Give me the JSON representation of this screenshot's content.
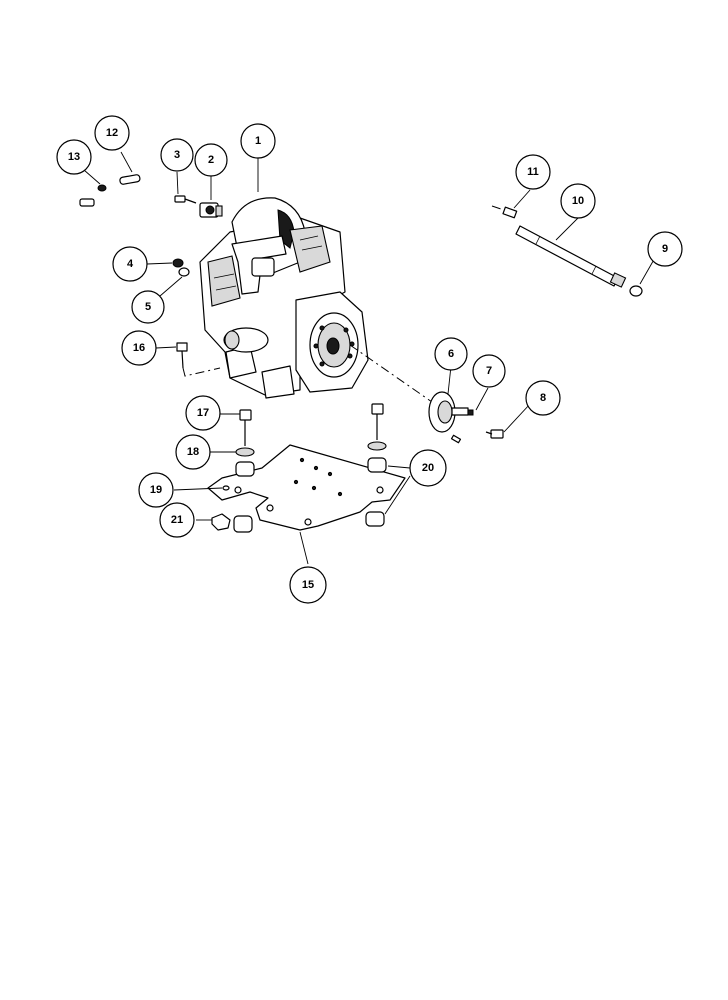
{
  "callouts": [
    {
      "id": "c1",
      "label": "1"
    },
    {
      "id": "c2",
      "label": "2"
    },
    {
      "id": "c3",
      "label": "3"
    },
    {
      "id": "c4",
      "label": "4"
    },
    {
      "id": "c5",
      "label": "5"
    },
    {
      "id": "c6",
      "label": "6"
    },
    {
      "id": "c7",
      "label": "7"
    },
    {
      "id": "c8",
      "label": "8"
    },
    {
      "id": "c9",
      "label": "9"
    },
    {
      "id": "c10",
      "label": "10"
    },
    {
      "id": "c11",
      "label": "11"
    },
    {
      "id": "c12",
      "label": "12"
    },
    {
      "id": "c13",
      "label": "13"
    },
    {
      "id": "c15",
      "label": "15"
    },
    {
      "id": "c16",
      "label": "16"
    },
    {
      "id": "c17",
      "label": "17"
    },
    {
      "id": "c18",
      "label": "18"
    },
    {
      "id": "c19",
      "label": "19"
    },
    {
      "id": "c20",
      "label": "20"
    },
    {
      "id": "c21",
      "label": "21"
    }
  ]
}
